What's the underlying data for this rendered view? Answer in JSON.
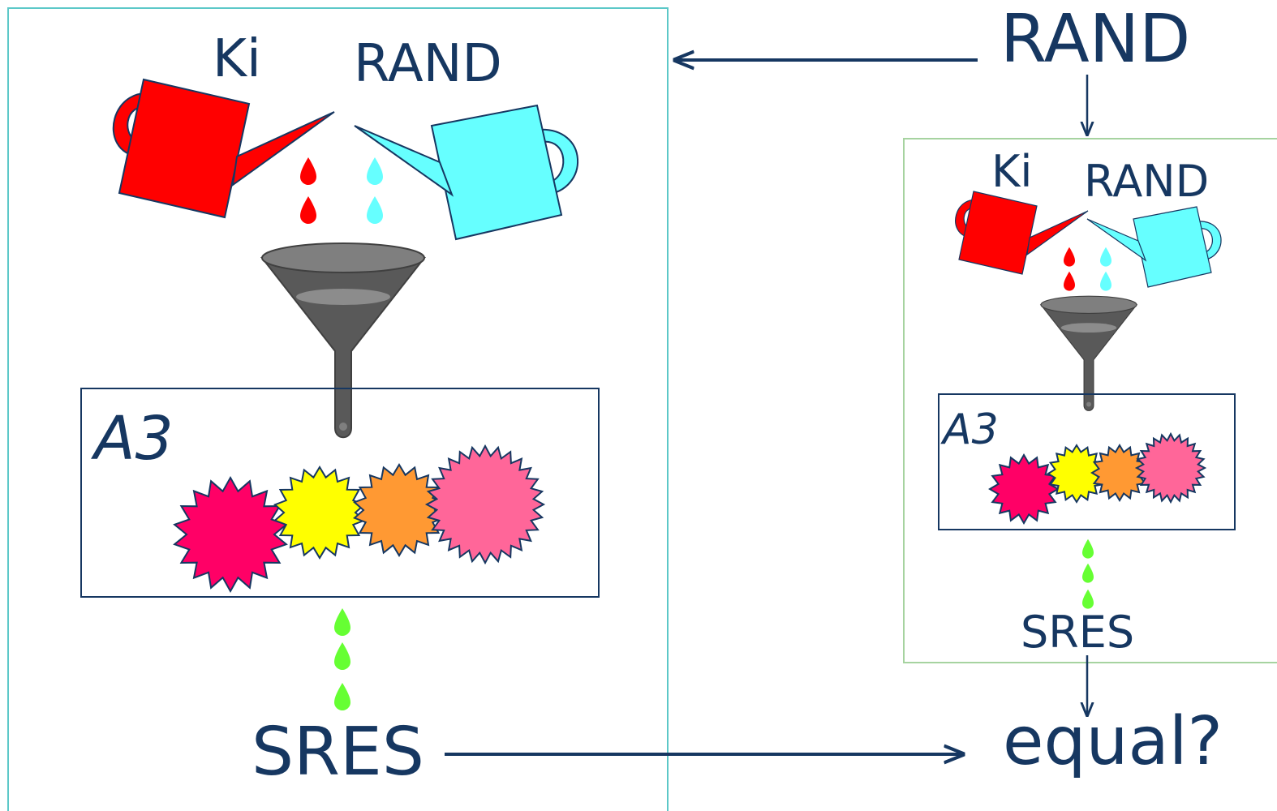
{
  "colors": {
    "text": "#163761",
    "left_frame": "#5cc8c8",
    "right_frame": "#a6d3a0",
    "red_can": "#ff0000",
    "cyan_can": "#66ffff",
    "funnel": "#595959",
    "green_drop": "#66ff33",
    "star_colors": [
      "#ff0066",
      "#ffff00",
      "#ff9933",
      "#ff6699"
    ]
  },
  "left_panel": {
    "ki_label": "Ki",
    "rand_label": "RAND",
    "algorithm_label": "A3",
    "sres_label": "SRES"
  },
  "right_panel": {
    "ki_label": "Ki",
    "rand_label": "RAND",
    "algorithm_label": "A3",
    "sres_label": "SRES"
  },
  "rand_source_label": "RAND",
  "compare_label": "equal?"
}
